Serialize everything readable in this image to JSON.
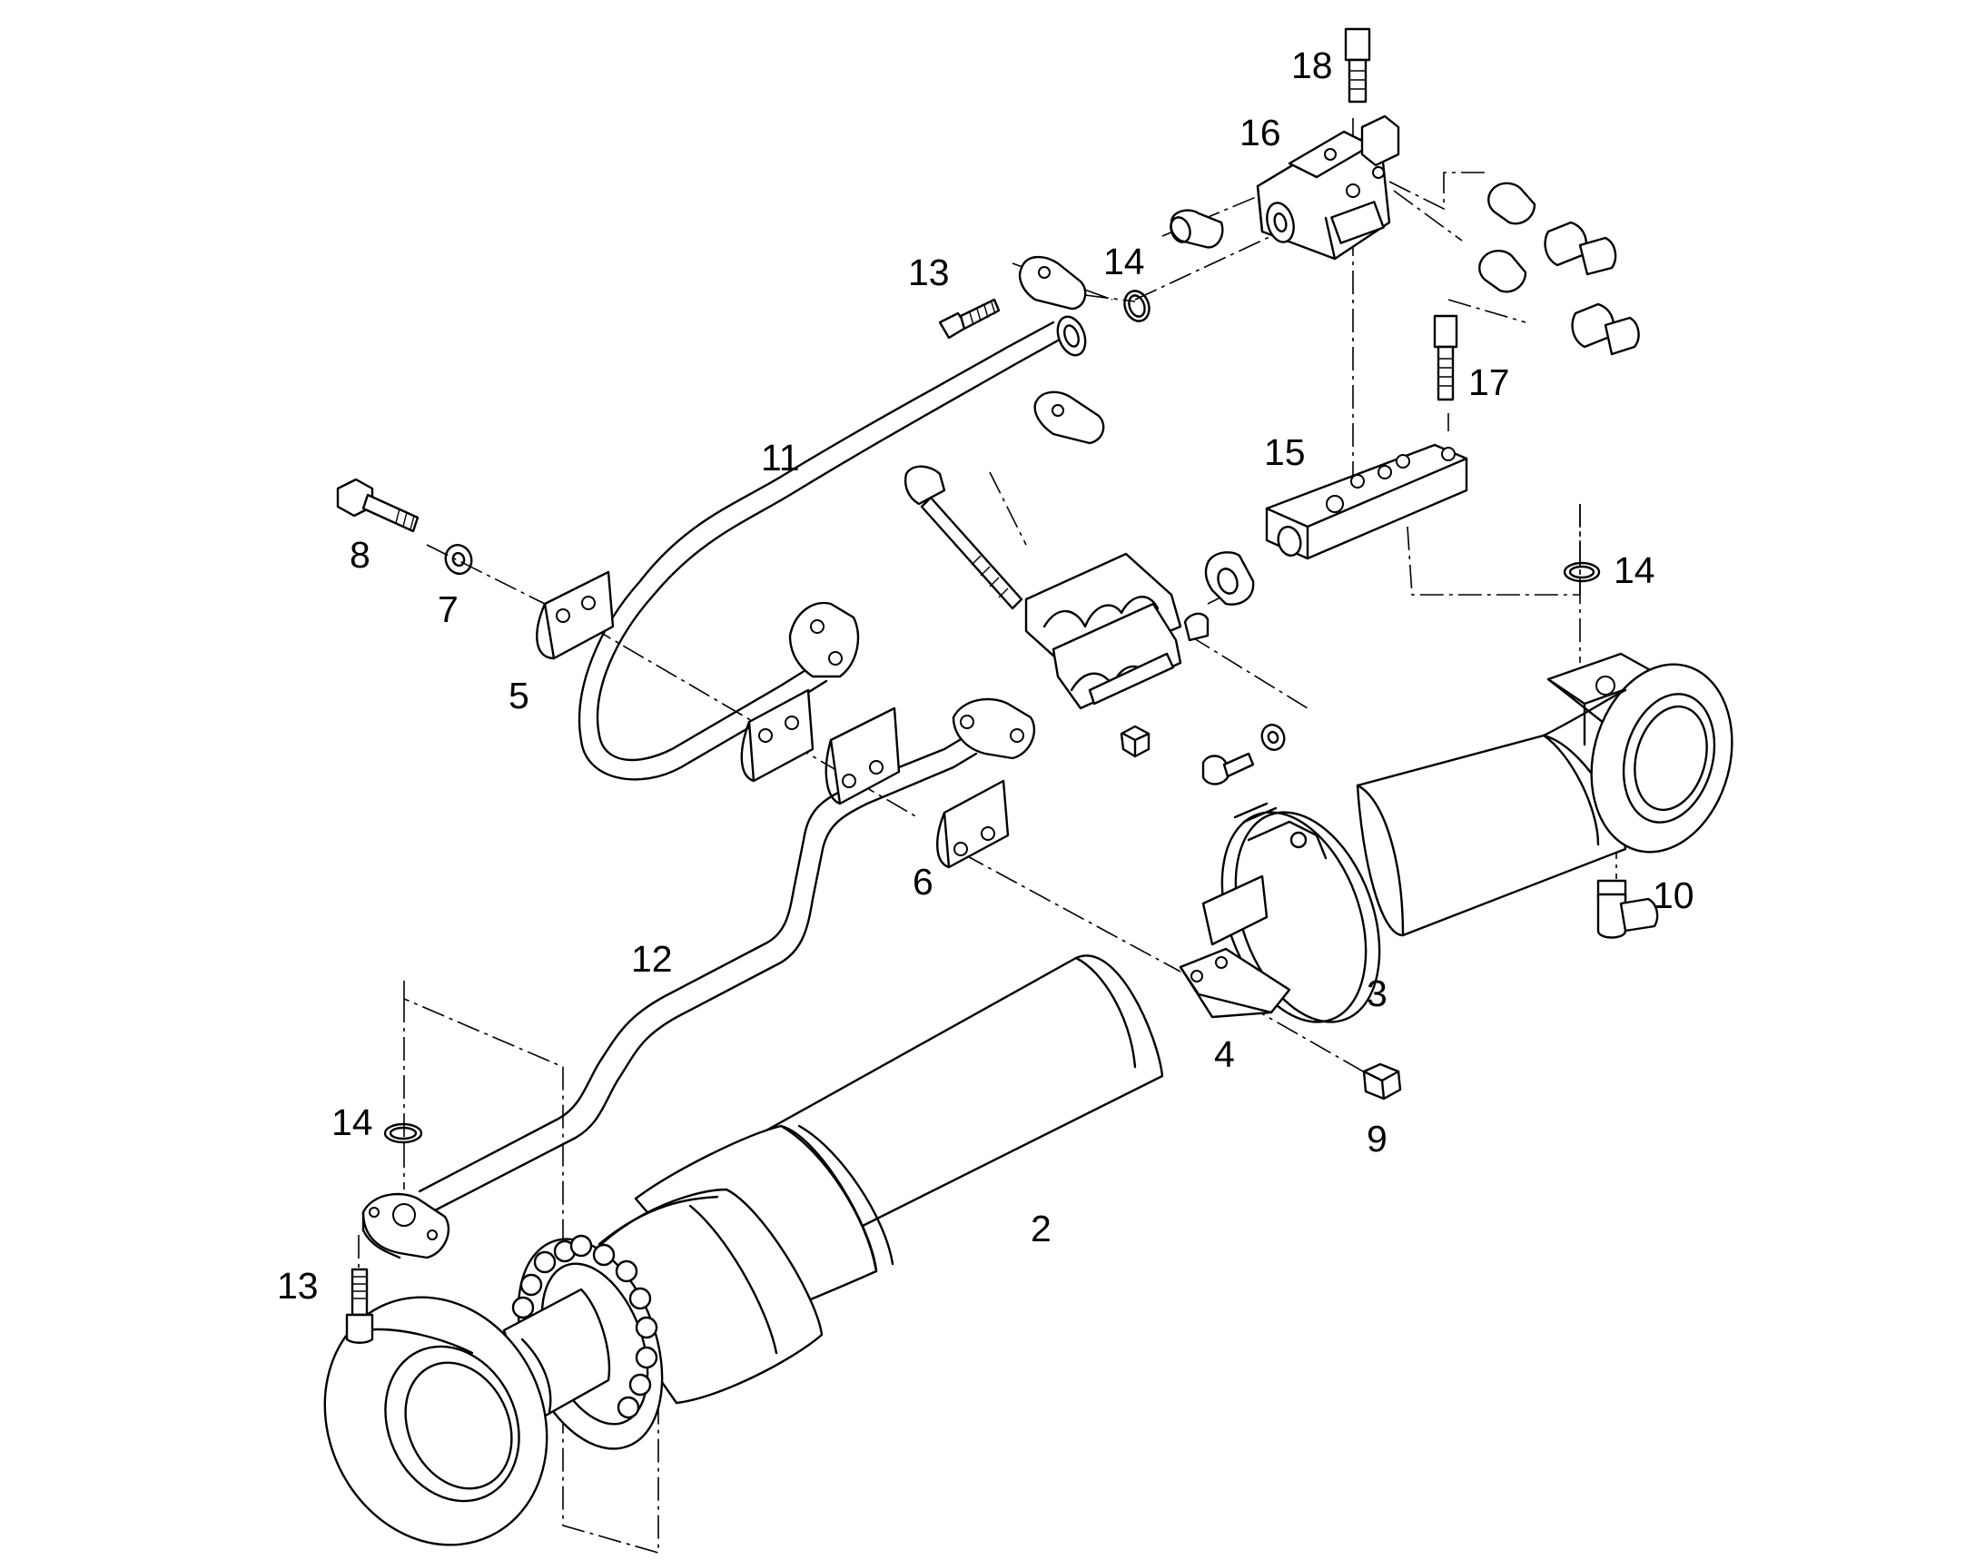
{
  "callouts": [
    {
      "id": "c18",
      "text": "18"
    },
    {
      "id": "c16",
      "text": "16"
    },
    {
      "id": "c13a",
      "text": "13"
    },
    {
      "id": "c14a",
      "text": "14"
    },
    {
      "id": "c17",
      "text": "17"
    },
    {
      "id": "c15",
      "text": "15"
    },
    {
      "id": "c11",
      "text": "11"
    },
    {
      "id": "c8",
      "text": "8"
    },
    {
      "id": "c7",
      "text": "7"
    },
    {
      "id": "c5",
      "text": "5"
    },
    {
      "id": "c14b",
      "text": "14"
    },
    {
      "id": "c6",
      "text": "6"
    },
    {
      "id": "c10",
      "text": "10"
    },
    {
      "id": "c12",
      "text": "12"
    },
    {
      "id": "c3",
      "text": "3"
    },
    {
      "id": "c4",
      "text": "4"
    },
    {
      "id": "c14c",
      "text": "14"
    },
    {
      "id": "c9",
      "text": "9"
    },
    {
      "id": "c2",
      "text": "2"
    },
    {
      "id": "c13b",
      "text": "13"
    }
  ],
  "colors": {
    "line": "#000000",
    "background": "#ffffff"
  }
}
